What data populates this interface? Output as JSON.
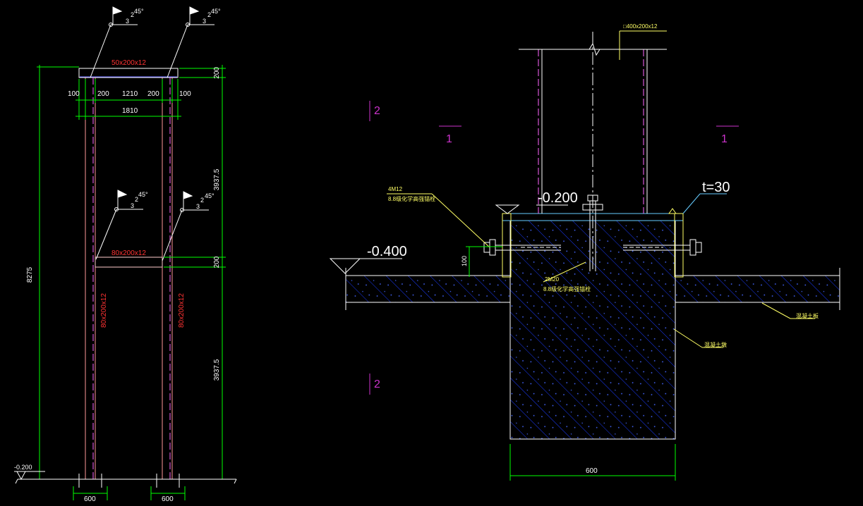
{
  "elevation": {
    "top_beam_label": "50x200x12",
    "mid_beam_label": "80x200x12",
    "left_column_label": "80x200x12",
    "right_column_label": "80x200x12",
    "dim_top": "200",
    "dim_upper": "3937.5",
    "dim_mid": "200",
    "dim_lower": "3937.5",
    "dim_total": "8275",
    "dims_width": [
      "100",
      "200",
      "1210",
      "200",
      "100"
    ],
    "dim_width_total": "1810",
    "base_level": "-0.200",
    "footing_left": "600",
    "footing_right": "600",
    "weld_labels": [
      {
        "size": "3",
        "angle": "45°",
        "num": "2"
      },
      {
        "size": "3",
        "angle": "45°",
        "num": "2"
      },
      {
        "size": "3",
        "angle": "45°",
        "num": "2"
      },
      {
        "size": "3",
        "angle": "45°",
        "num": "2"
      }
    ]
  },
  "detail": {
    "column_label": "□400x200x12",
    "level_top": "-0.200",
    "level_ground": "-0.400",
    "plate_thk": "t=30",
    "bolt_left_line1": "4M12",
    "bolt_left_line2": "8.8级化学高强锚栓",
    "bolt_center_line1": "2M20",
    "bolt_center_line2": "8.8级化学高强锚栓",
    "dim_100": "100",
    "dim_600": "600",
    "label_concrete": "混凝土墩",
    "label_slab": "混凝土板",
    "section_marks": [
      "2",
      "1",
      "1",
      "2"
    ]
  }
}
